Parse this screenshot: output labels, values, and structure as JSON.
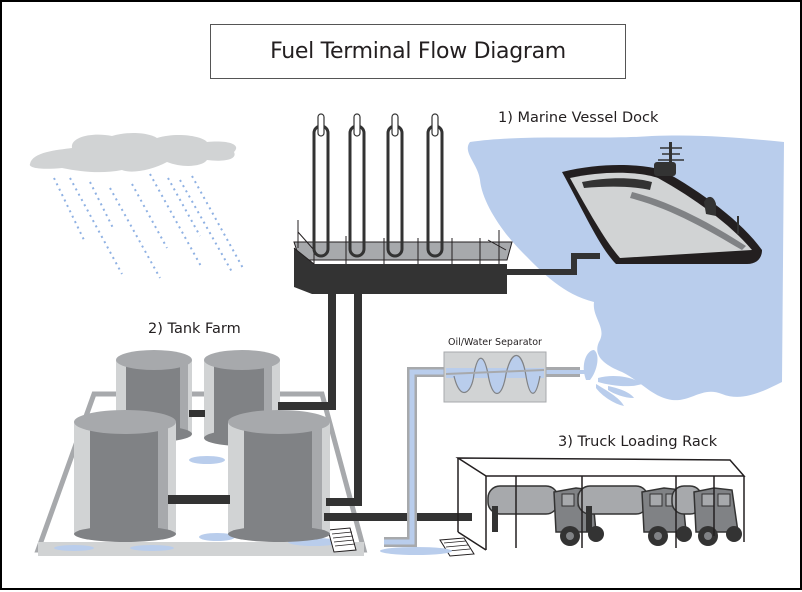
{
  "title": "Fuel Terminal Flow Diagram",
  "labels": {
    "marine_dock": "1) Marine Vessel Dock",
    "tank_farm": "2) Tank Farm",
    "truck_rack": "3) Truck Loading Rack",
    "separator": "Oil/Water Separator"
  },
  "colors": {
    "pipe": "#333333",
    "water": "#b9cdec",
    "tank_light": "#d1d3d4",
    "tank_mid": "#a7a9ac",
    "tank_dark": "#808285",
    "cloud": "#d1d3d4",
    "rain": "#8fb1e3",
    "outline": "#231f20"
  }
}
